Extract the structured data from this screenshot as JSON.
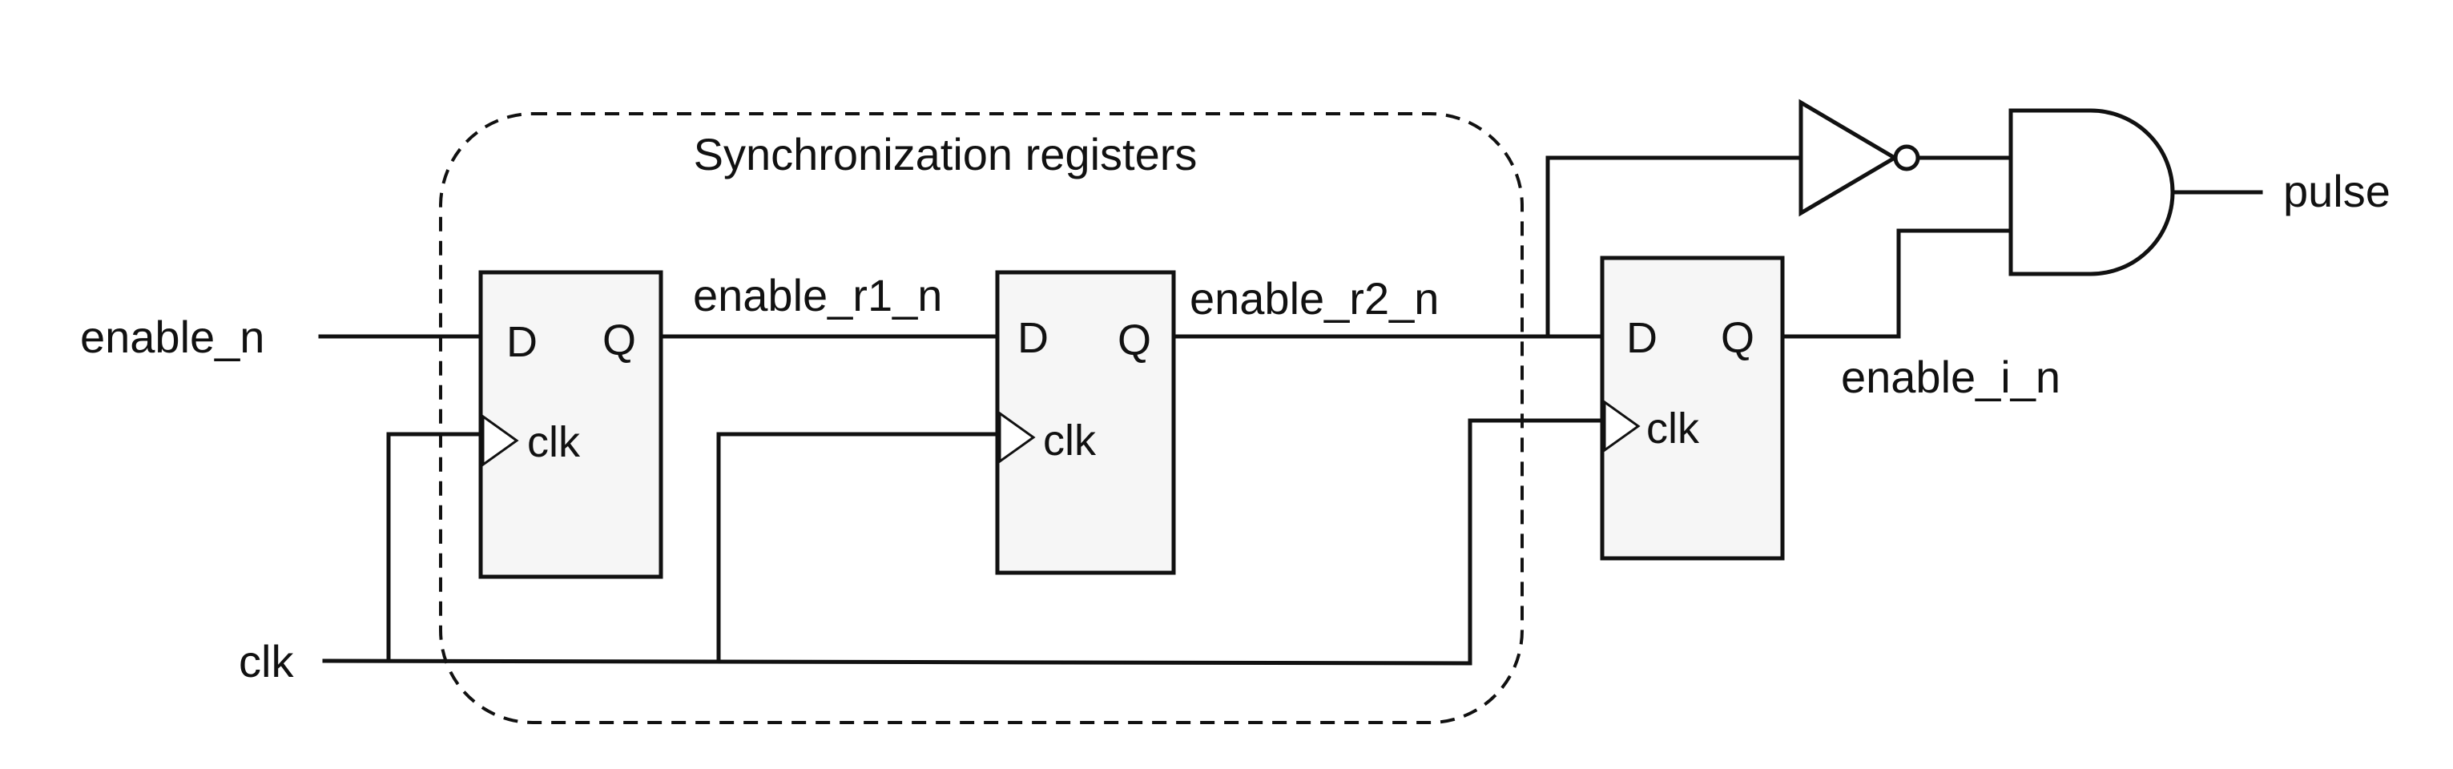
{
  "title": "Synchronization registers",
  "signals": {
    "enable_n": "enable_n",
    "clk": "clk",
    "enable_r1_n": "enable_r1_n",
    "enable_r2_n": "enable_r2_n",
    "enable_i_n": "enable_i_n",
    "pulse": "pulse"
  },
  "pins": {
    "d": "D",
    "q": "Q",
    "clk": "clk"
  }
}
